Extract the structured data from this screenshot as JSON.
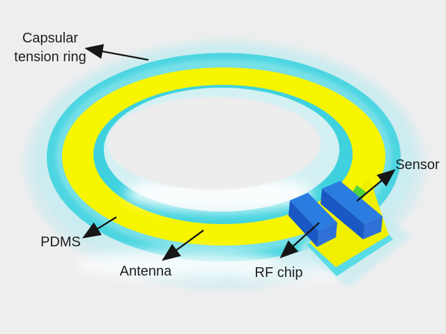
{
  "figure": {
    "title": "Capsular tension ring pressure-sensor implant diagram",
    "labels": {
      "capsular_line1": "Capsular",
      "capsular_line2": "tension ring",
      "pdms": "PDMS",
      "antenna": "Antenna",
      "rf_chip": "RF chip",
      "sensor": "Sensor"
    },
    "colors": {
      "background": "#eeeeef",
      "pdms_halo": "#bfe9ee",
      "pdms_shell": "#c9edf1",
      "ring_cyan": "#4dd6e1",
      "light_rim": "#9ae7ec",
      "antenna_yellow": "#f7f500",
      "inner_cyan": "#3fd2de",
      "inner_wall": "#d3f0f3",
      "hole_gray": "#ededee",
      "tab_pale": "#c4ecf0",
      "platform_cyan": "#59dce6",
      "pad_yellow": "#f1ef00",
      "green_part": "#4ed63a",
      "chip_top": "#2b7ce1",
      "chip_front": "#1a58c5",
      "chip_side": "#2e6fd8",
      "arrow": "#161616",
      "text": "#1d1d1d"
    }
  }
}
